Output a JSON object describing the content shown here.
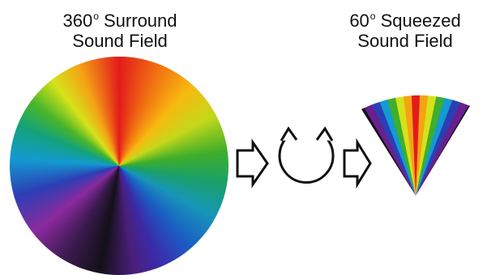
{
  "left_label": {
    "line1": "360",
    "deg": "o",
    "line1_rest": " Surround",
    "line2": "Sound Field"
  },
  "right_label": {
    "line1": "60",
    "deg": "o",
    "line1_rest": " Squeezed",
    "line2": "Sound Field"
  },
  "icons": [
    "right-arrow-icon",
    "rotate-arrows-icon",
    "right-arrow-icon"
  ],
  "colors": {
    "spectrum": [
      "#e31b1b",
      "#f06a12",
      "#f7b910",
      "#c4d81a",
      "#3fae2a",
      "#1796b8",
      "#1a5fc4",
      "#3b2aa8",
      "#141018"
    ],
    "fan": [
      "#141018",
      "#6a1f8e",
      "#2b3fb5",
      "#139ad0",
      "#3fae2a",
      "#d6e21a",
      "#f4a315",
      "#e31b1b",
      "#f4a315",
      "#d6e21a",
      "#3fae2a",
      "#139ad0",
      "#2b3fb5",
      "#6a1f8e",
      "#141018"
    ],
    "outline": "#111111"
  }
}
